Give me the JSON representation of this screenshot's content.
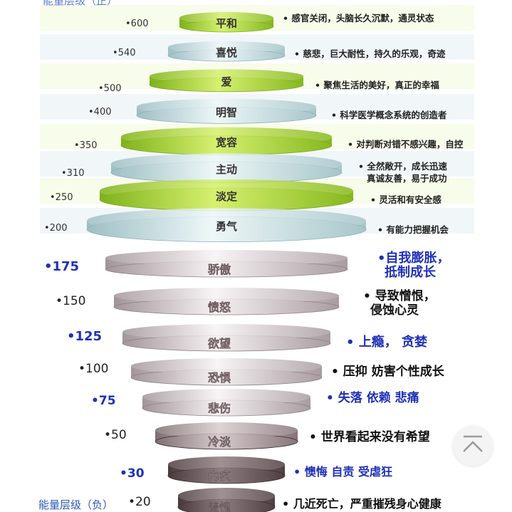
{
  "labels": {
    "positive_header": "能量层级（正）",
    "negative_footer": "能量层级（负）"
  },
  "positive_levels": [
    {
      "value": "•600",
      "name": "平和",
      "desc": [
        "• 感官关闭，头脑长久沉默，通灵状态"
      ]
    },
    {
      "value": "•540",
      "name": "喜悦",
      "desc": [
        "• 慈悲，巨大耐性，持久的乐观，奇迹"
      ]
    },
    {
      "value": "•500",
      "name": "爱",
      "desc": [
        "• 聚焦生活的美好，真正的幸福"
      ]
    },
    {
      "value": "•400",
      "name": "明智",
      "desc": [
        "• 科学医学概念系统的创造者"
      ]
    },
    {
      "value": "•350",
      "name": "宽容",
      "desc": [
        "• 对判断对错不感兴趣，自控"
      ]
    },
    {
      "value": "•310",
      "name": "主动",
      "desc": [
        "• 全然敞开，成长迅速",
        "真诚友善，易于成功"
      ]
    },
    {
      "value": "•250",
      "name": "淡定",
      "desc": [
        "• 灵活和有安全感"
      ]
    },
    {
      "value": "•200",
      "name": "勇气",
      "desc": [
        "• 有能力把握机会"
      ]
    }
  ],
  "negative_levels": [
    {
      "value": "•175",
      "name": "骄傲",
      "desc": [
        "•自我膨胀，",
        "抵制成长"
      ]
    },
    {
      "value": "•150",
      "name": "愤怒",
      "desc": [
        "• 导致憎恨，",
        "侵蚀心灵"
      ]
    },
    {
      "value": "•125",
      "name": "欲望",
      "desc": [
        "• 上瘾， 贪婪"
      ]
    },
    {
      "value": "•100",
      "name": "恐惧",
      "desc": [
        "• 压抑 妨害个性成长"
      ]
    },
    {
      "value": "•75",
      "name": "悲伤",
      "desc": [
        "• 失落 依赖 悲痛"
      ]
    },
    {
      "value": "•50",
      "name": "冷淡",
      "desc": [
        "• 世界看起来没有希望"
      ]
    },
    {
      "value": "•30",
      "name": "内疚",
      "desc": [
        "• 懊悔 自责 受虐狂"
      ]
    },
    {
      "value": "•20",
      "name": "羞愧",
      "desc": [
        "• 几近死亡，严重摧残身心健康"
      ]
    }
  ],
  "colors": {
    "green": "#a6d42f",
    "teal": "#bfd9dc",
    "mauve": "#b9aeb0",
    "dark_mauve": "#5b4a4c",
    "blue_text": "#1f31b8"
  },
  "icons": {
    "scroll_top": "chevron-up-icon"
  }
}
